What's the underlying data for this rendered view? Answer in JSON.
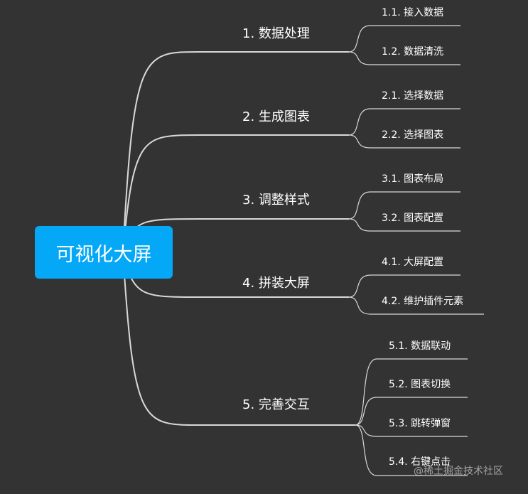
{
  "root": {
    "label": "可视化大屏"
  },
  "branches": [
    {
      "label": "1. 数据处理",
      "children": [
        "1.1. 接入数据",
        "1.2. 数据清洗"
      ]
    },
    {
      "label": "2. 生成图表",
      "children": [
        "2.1. 选择数据",
        "2.2. 选择图表"
      ]
    },
    {
      "label": "3. 调整样式",
      "children": [
        "3.1. 图表布局",
        "3.2. 图表配置"
      ]
    },
    {
      "label": "4. 拼装大屏",
      "children": [
        "4.1. 大屏配置",
        "4.2. 维护插件元素"
      ]
    },
    {
      "label": "5. 完善交互",
      "children": [
        "5.1. 数据联动",
        "5.2. 图表切换",
        "5.3. 跳转弹窗",
        "5.4. 右键点击"
      ]
    }
  ],
  "watermark": "@稀土掘金技术社区",
  "colors": {
    "background": "#333333",
    "root": "#05a7f7",
    "line": "#d9d9d9",
    "text": "#ffffff"
  }
}
